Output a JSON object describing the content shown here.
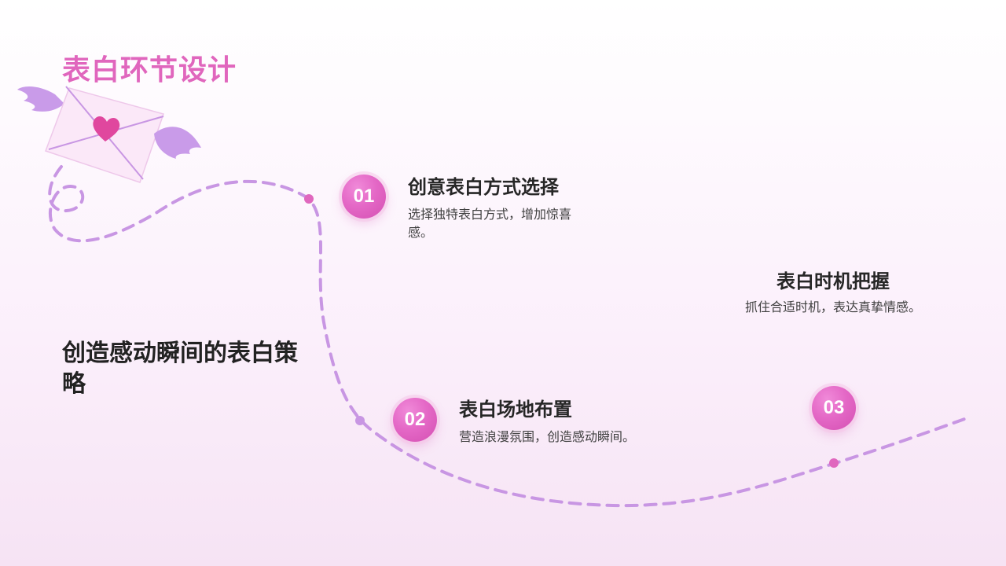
{
  "slide": {
    "title": "表白环节设计",
    "subtitle": "创造感动瞬间的表白策略"
  },
  "steps": [
    {
      "number": "01",
      "title": "创意表白方式选择",
      "description": "选择独特表白方式，增加惊喜感。"
    },
    {
      "number": "02",
      "title": "表白场地布置",
      "description": "营造浪漫氛围，创造感动瞬间。"
    },
    {
      "number": "03",
      "title": "表白时机把握",
      "description": "抓住合适时机，表达真挚情感。"
    }
  ],
  "colors": {
    "title": "#e066bd",
    "badge": "#e468c6",
    "path": "#c896e3",
    "wing": "#c99be9",
    "heart": "#e0479e"
  },
  "icons": [
    "love-letter-icon",
    "heart-icon",
    "wing-icon"
  ]
}
